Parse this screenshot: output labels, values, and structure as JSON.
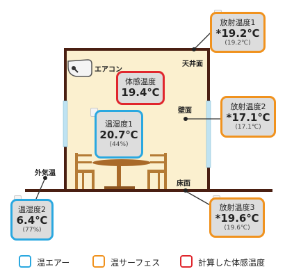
{
  "diagram": {
    "labels": {
      "aircon": "エアコン",
      "ceiling": "天井面",
      "wall": "壁面",
      "floor": "床面",
      "outside": "外気温"
    },
    "sensors": {
      "rad1": {
        "name": "放射温度1",
        "value": "*19.2℃",
        "sub": "(19.2℃)",
        "color": "#f0921e"
      },
      "rad2": {
        "name": "放射温度2",
        "value": "*17.1℃",
        "sub": "(17.1℃)",
        "color": "#f0921e"
      },
      "rad3": {
        "name": "放射温度3",
        "value": "*19.6℃",
        "sub": "(19.6℃)",
        "color": "#f0921e"
      },
      "felt": {
        "name": "体感温度",
        "value": "19.4℃",
        "color": "#e0262d"
      },
      "hum1": {
        "name": "温湿度1",
        "value": "20.7℃",
        "sub": "(44%)",
        "color": "#2aa8e0"
      },
      "hum2": {
        "name": "温湿度2",
        "value": "6.4℃",
        "sub": "(77%)",
        "color": "#2aa8e0"
      }
    }
  },
  "legend": [
    {
      "label": "温エアー",
      "color": "#2aa8e0"
    },
    {
      "label": "温サーフェス",
      "color": "#f0921e"
    },
    {
      "label": "計算した体感温度",
      "color": "#e0262d"
    }
  ]
}
